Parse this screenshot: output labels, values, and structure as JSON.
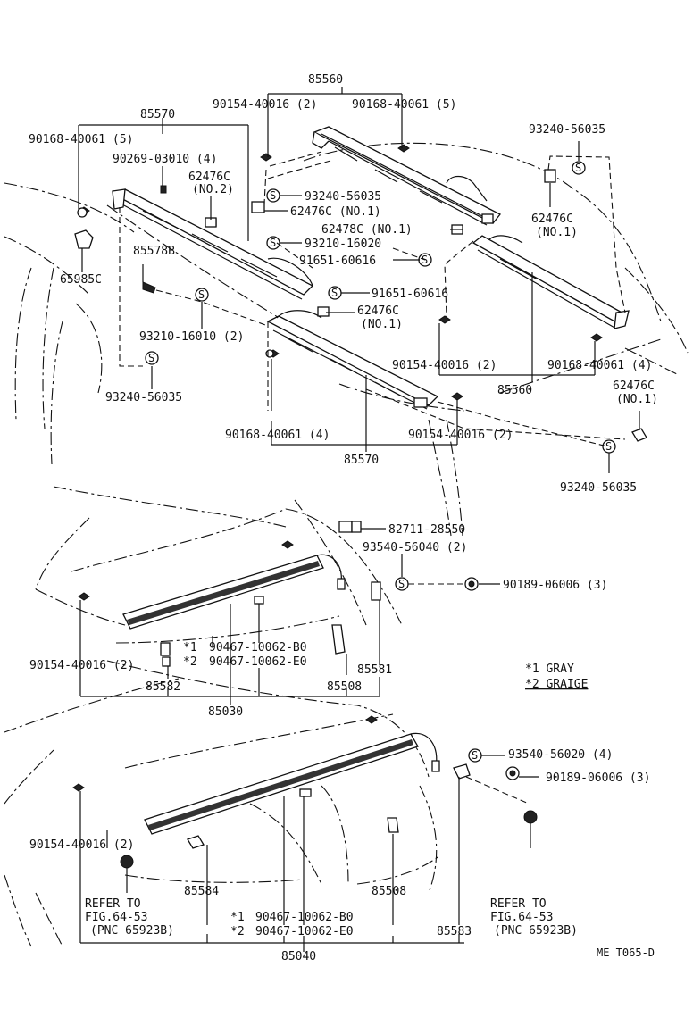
{
  "labels": {
    "p85560_top": "85560",
    "p90154_top": "90154-40016 (2)",
    "p90168_top": "90168-40061 (5)",
    "p85570_top": "85570",
    "p90168_left": "90168-40061 (5)",
    "p90269": "90269-03010 (4)",
    "p62476c_no2": "62476C",
    "p62476c_no2_sub": "(NO.2)",
    "p93240_right_top": "93240-56035",
    "p93240_mid": "93240-56035",
    "p62476c_no1_mid": "62476C (NO.1)",
    "p62476c_no1_right": "62476C",
    "p62476c_no1_right_sub": "(NO.1)",
    "p62478c": "62478C (NO.1)",
    "p85578b": "85578B",
    "p93210_16020": "93210-16020",
    "p91651_a": "91651-60616",
    "p65985c": "65985C",
    "p91651_b": "91651-60616",
    "p62476c_no1_low": "62476C",
    "p62476c_no1_low_sub": "(NO.1)",
    "p93210_16010": "93210-16010 (2)",
    "p90154_mid": "90154-40016 (2)",
    "p90168_mid_right": "90168-40061 (4)",
    "p85560_mid": "85560",
    "p93240_left_low": "93240-56035",
    "p62476c_far_right": "62476C",
    "p62476c_far_right_sub": "(NO.1)",
    "p90168_low": "90168-40061 (4)",
    "p90154_low": "90154-40016 (2)",
    "p85570_low": "85570",
    "p93240_bottom_right": "93240-56035",
    "p82711": "82711-28550",
    "p93540_56040": "93540-56040 (2)",
    "p90189_a": "90189-06006 (3)",
    "p90154_b1": "90154-40016 (2)",
    "p90467_b0_1": "90467-10062-B0",
    "p90467_e0_1": "90467-10062-E0",
    "mark1": "*1",
    "mark2": "*2",
    "p85581": "85581",
    "p85582": "85582",
    "p85508_a": "85508",
    "p85030": "85030",
    "legend1": "*1 GRAY",
    "legend2": "*2 GRAIGE",
    "p93540_56020": "93540-56020 (4)",
    "p90189_b": "90189-06006 (3)",
    "p90154_b2": "90154-40016 (2)",
    "p85584": "85584",
    "p85508_b": "85508",
    "refer_l1": "REFER TO",
    "refer_l2": "FIG.64-53",
    "refer_l3": "(PNC 65923B)",
    "refer_r1": "REFER TO",
    "refer_r2": "FIG.64-53",
    "refer_r3": "(PNC 65923B)",
    "p90467_b0_2": "90467-10062-B0",
    "p90467_e0_2": "90467-10062-E0",
    "mark1b": "*1",
    "mark2b": "*2",
    "p85583": "85583",
    "p85040": "85040",
    "code": "ME T065-D",
    "s_symbol": "S"
  }
}
